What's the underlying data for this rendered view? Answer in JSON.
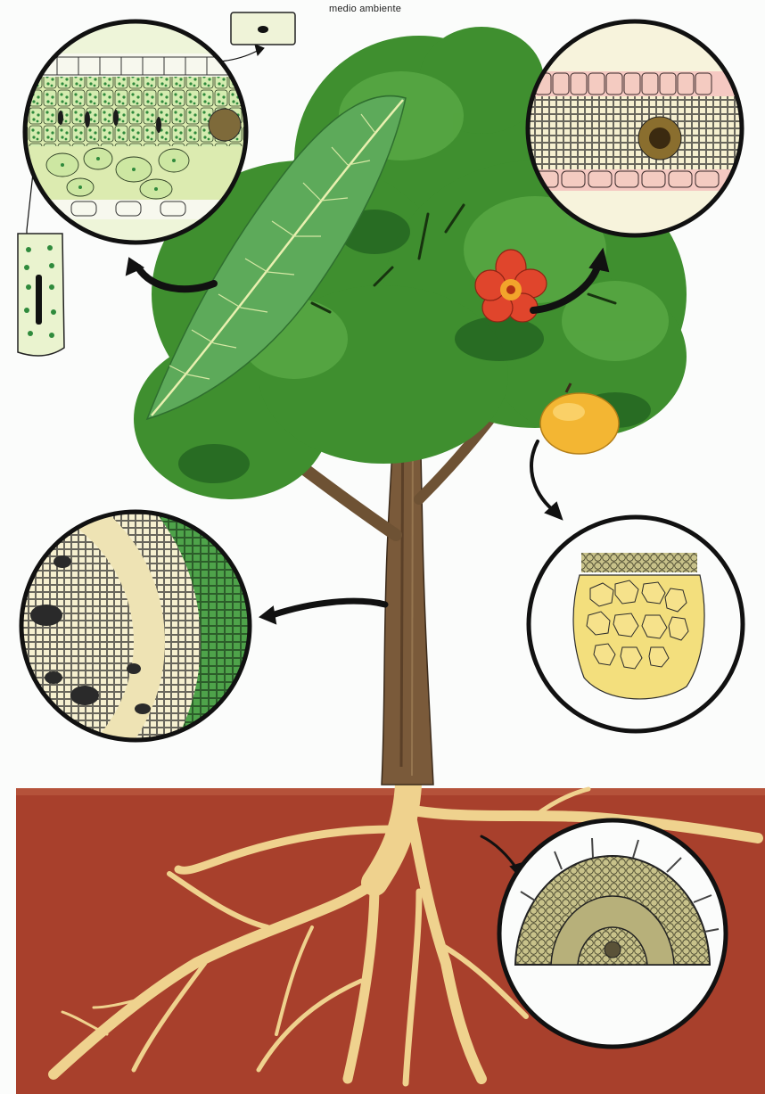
{
  "labels": {
    "environment": "medio ambiente"
  },
  "colors": {
    "background": "#fbfcfb",
    "soil": "#a8402c",
    "foliage": "#3f8f2f",
    "trunk": "#7a5a3a",
    "roots": "#efd28e",
    "flower": "#e0452c",
    "fruit": "#f3b633",
    "outline": "#111111"
  },
  "parts": [
    "leaf",
    "stem",
    "flower",
    "fruit",
    "root"
  ]
}
